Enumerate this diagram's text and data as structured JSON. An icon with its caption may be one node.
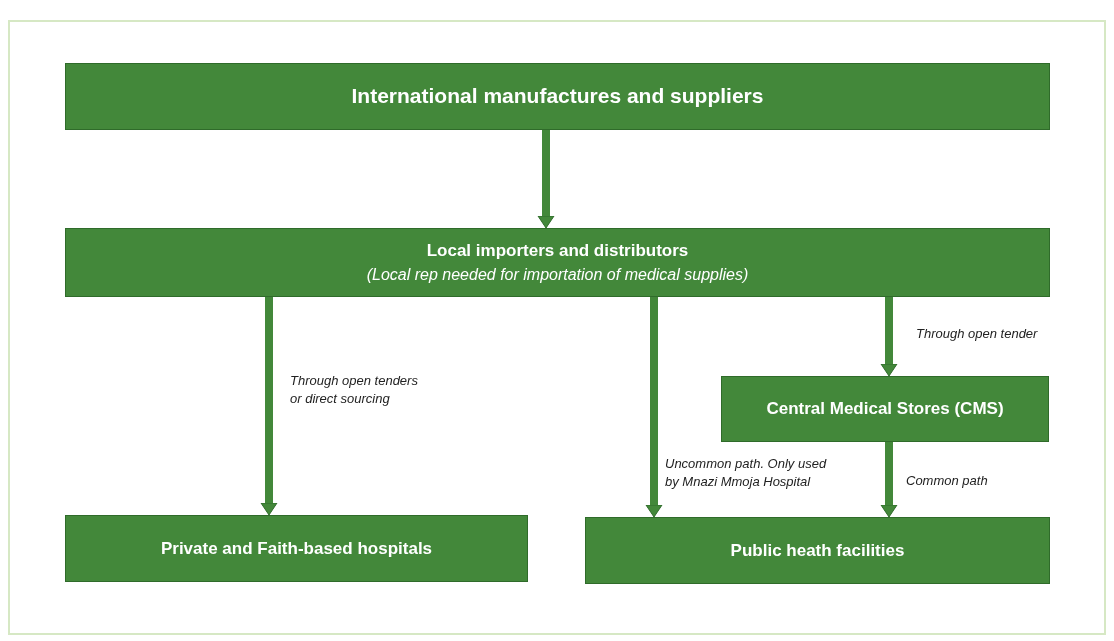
{
  "diagram": {
    "nodes": [
      {
        "text": [
          "International manufactures and suppliers"
        ]
      },
      {
        "text": [
          "Local importers and distributors",
          "(Local rep needed  for importation of medical supplies)"
        ]
      },
      {
        "text": [
          "Central Medical Stores (CMS)"
        ]
      },
      {
        "text": [
          "Private and Faith-based hospitals"
        ]
      },
      {
        "text": [
          "Public heath facilities"
        ]
      }
    ],
    "edges": [
      {
        "from": 0,
        "to": 1,
        "arrow": "to"
      },
      {
        "from": 1,
        "to": 3,
        "arrow": "to",
        "label": "Through open tenders or direct sourcing"
      },
      {
        "from": 1,
        "to": 4,
        "arrow": "to",
        "label": "Uncommon path. Only used by Mnazi Mmoja Hospital"
      },
      {
        "from": 1,
        "to": 2,
        "arrow": "to",
        "label": "Through open tender"
      },
      {
        "from": 2,
        "to": 4,
        "arrow": "to",
        "label": "Common path"
      }
    ]
  }
}
